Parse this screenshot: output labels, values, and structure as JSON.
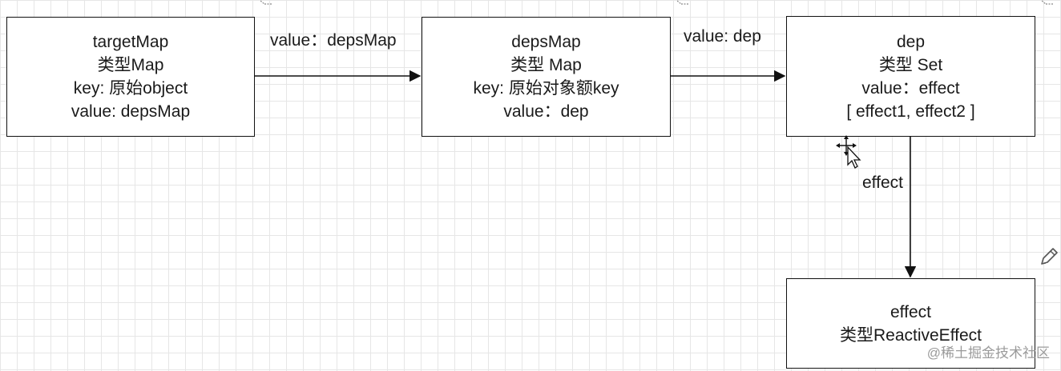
{
  "nodes": {
    "target_map": {
      "lines": [
        "targetMap",
        "类型Map",
        "key: 原始object",
        "value: depsMap"
      ]
    },
    "deps_map": {
      "lines": [
        "depsMap",
        "类型 Map",
        "key: 原始对象额key",
        "value：dep"
      ]
    },
    "dep": {
      "lines": [
        "dep",
        "类型 Set",
        "value：effect",
        "[ effect1, effect2 ]"
      ]
    },
    "effect": {
      "lines": [
        "effect",
        "类型ReactiveEffect"
      ]
    }
  },
  "edges": [
    {
      "from": "targetMap",
      "to": "depsMap",
      "label": "value：depsMap"
    },
    {
      "from": "depsMap",
      "to": "dep",
      "label": "value: dep"
    },
    {
      "from": "dep",
      "to": "effect",
      "label": "effect"
    }
  ],
  "watermark": "@稀土掘金技术社区",
  "colors": {
    "stroke": "#111111",
    "grid": "#e6e6e6",
    "watermark": "#9a9a9a"
  },
  "icons": [
    "move-cursor-icon",
    "pencil-icon"
  ]
}
